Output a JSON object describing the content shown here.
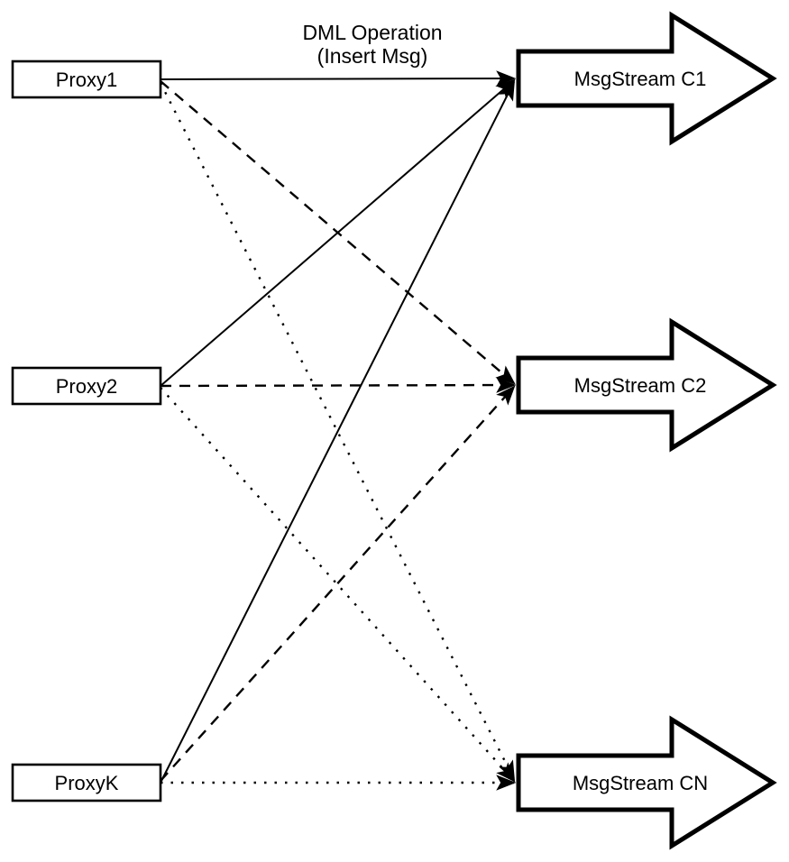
{
  "title": {
    "line1": "DML Operation",
    "line2": "(Insert Msg)"
  },
  "proxies": [
    {
      "id": "proxy1",
      "label": "Proxy1"
    },
    {
      "id": "proxy2",
      "label": "Proxy2"
    },
    {
      "id": "proxyk",
      "label": "ProxyK"
    }
  ],
  "streams": [
    {
      "id": "c1",
      "label": "MsgStream C1"
    },
    {
      "id": "c2",
      "label": "MsgStream C2"
    },
    {
      "id": "cn",
      "label": "MsgStream CN"
    }
  ],
  "connections": [
    {
      "from": "Proxy1",
      "to": "MsgStream C1",
      "line_style": "solid"
    },
    {
      "from": "Proxy2",
      "to": "MsgStream C1",
      "line_style": "solid"
    },
    {
      "from": "ProxyK",
      "to": "MsgStream C1",
      "line_style": "solid"
    },
    {
      "from": "Proxy1",
      "to": "MsgStream C2",
      "line_style": "dashed"
    },
    {
      "from": "Proxy2",
      "to": "MsgStream C2",
      "line_style": "dashed"
    },
    {
      "from": "ProxyK",
      "to": "MsgStream C2",
      "line_style": "dashed"
    },
    {
      "from": "Proxy1",
      "to": "MsgStream CN",
      "line_style": "dotted"
    },
    {
      "from": "Proxy2",
      "to": "MsgStream CN",
      "line_style": "dotted"
    },
    {
      "from": "ProxyK",
      "to": "MsgStream CN",
      "line_style": "dotted"
    }
  ],
  "colors": {
    "stroke": "#000000",
    "fill": "#ffffff",
    "background": "#ffffff"
  }
}
